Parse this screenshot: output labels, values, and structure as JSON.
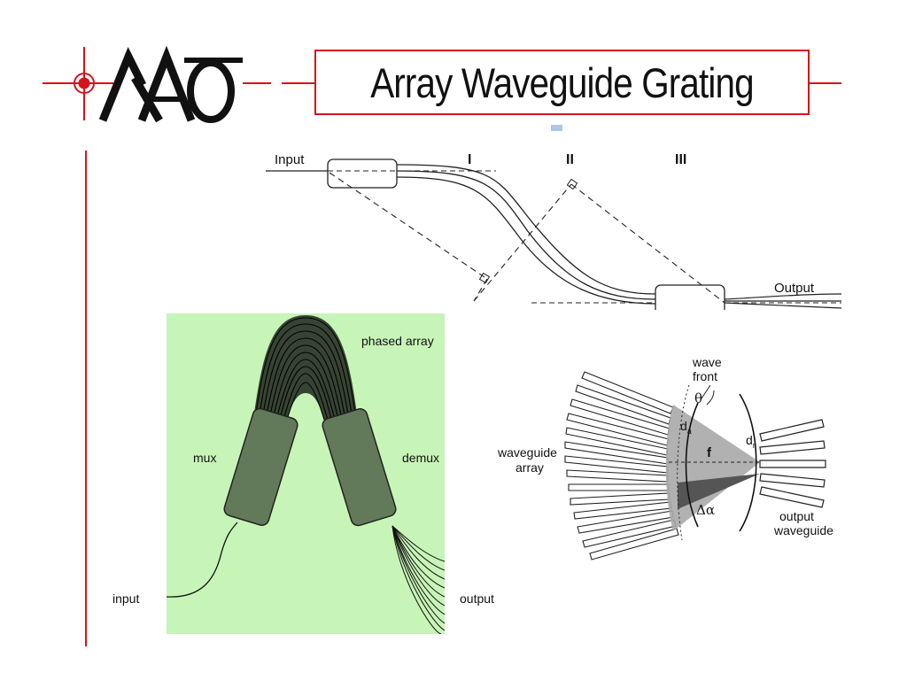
{
  "slide": {
    "title": "Array Waveguide Grating",
    "logo_text": "AAO",
    "colors": {
      "accent_red": "#d4141c",
      "green_bg": "#c7f5b7",
      "block_green": "#627a5a",
      "light_blue": "#a9c8ea"
    }
  },
  "top_diagram": {
    "input_label": "Input",
    "output_label": "Output",
    "region_labels": [
      "I",
      "II",
      "III"
    ]
  },
  "left_diagram": {
    "phased_array_label": "phased array",
    "mux_label": "mux",
    "demux_label": "demux",
    "input_label": "input",
    "output_label": "output"
  },
  "right_diagram": {
    "wave_label": "wave",
    "front_label": "front",
    "theta_label": "θ",
    "da_label": "d",
    "da_sub": "a",
    "dr_label": "d",
    "dr_sub": "r",
    "f_label": "f",
    "delta_alpha_label": "Δα",
    "waveguide_label": "waveguide",
    "array_label": "array",
    "output_label": "output",
    "output_waveguide_label": "waveguide"
  }
}
